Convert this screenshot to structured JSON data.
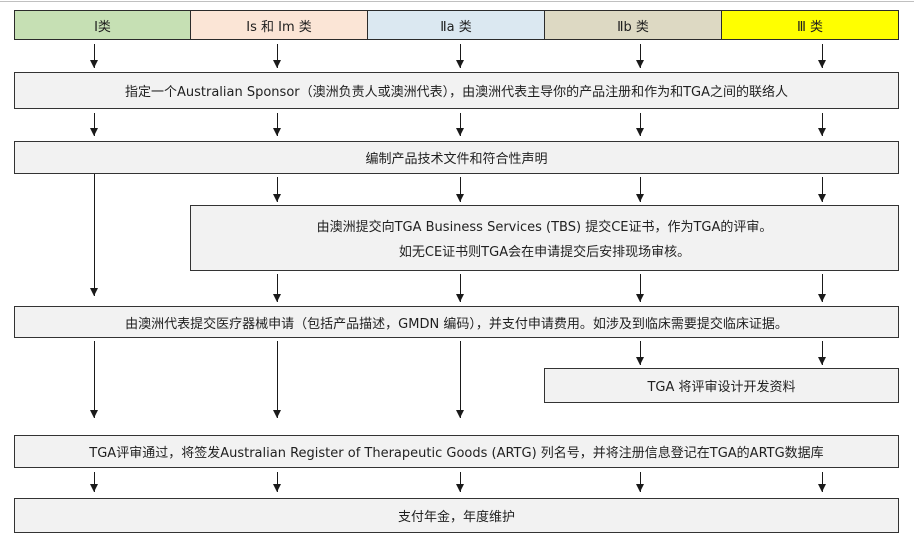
{
  "classes": [
    {
      "label": "Ⅰ类",
      "color": "#c6e0b4"
    },
    {
      "label": "Ⅰs 和 Ⅰm 类",
      "color": "#fbe5d6"
    },
    {
      "label": "Ⅱa 类",
      "color": "#dbe8f1"
    },
    {
      "label": "Ⅱb 类",
      "color": "#ddd9c3"
    },
    {
      "label": "Ⅲ 类",
      "color": "#ffff00"
    }
  ],
  "steps": {
    "sponsor": "指定一个Australian Sponsor（澳洲负责人或澳洲代表），由澳洲代表主导你的产品注册和作为和TGA之间的联络人",
    "tech_file": "编制产品技术文件和符合性声明",
    "tbs_line1": "由澳洲提交向TGA Business Services (TBS) 提交CE证书，作为TGA的评审。",
    "tbs_line2": "如无CE证书则TGA会在申请提交后安排现场审核。",
    "application": "由澳洲代表提交医疗器械申请（包括产品描述，GMDN 编码），并支付申请费用。如涉及到临床需要提交临床证据。",
    "design_review": "TGA 将评审设计开发资料",
    "artg": "TGA评审通过，将签发Australian Register of Therapeutic Goods (ARTG) 列名号，并将注册信息登记在TGA的ARTG数据库",
    "annual_fee": "支付年金，年度维护"
  },
  "colors": {
    "box_fill": "#f2f2f2",
    "box_border": "#333333",
    "arrow": "#1a1a1a"
  }
}
